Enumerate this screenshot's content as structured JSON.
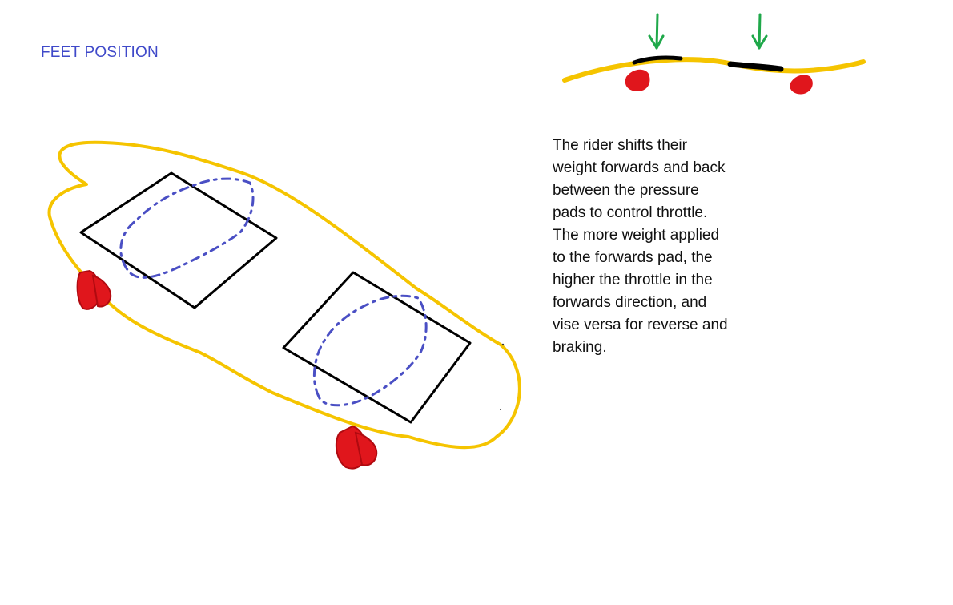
{
  "title": "FEET POSITION",
  "description_lines": [
    "The rider shifts their",
    "weight forwards and back",
    "between the pressure",
    "pads to control throttle.",
    "The more weight applied",
    "to the forwards pad, the",
    "higher the throttle in the",
    "forwards direction, and",
    "vise versa for reverse and",
    "braking."
  ],
  "colors": {
    "board": "#f5c400",
    "wheels": "#e0161c",
    "pads": "#000000",
    "feet": "#4a4fc4",
    "arrows": "#1fa84a",
    "title": "#3f49c9"
  }
}
